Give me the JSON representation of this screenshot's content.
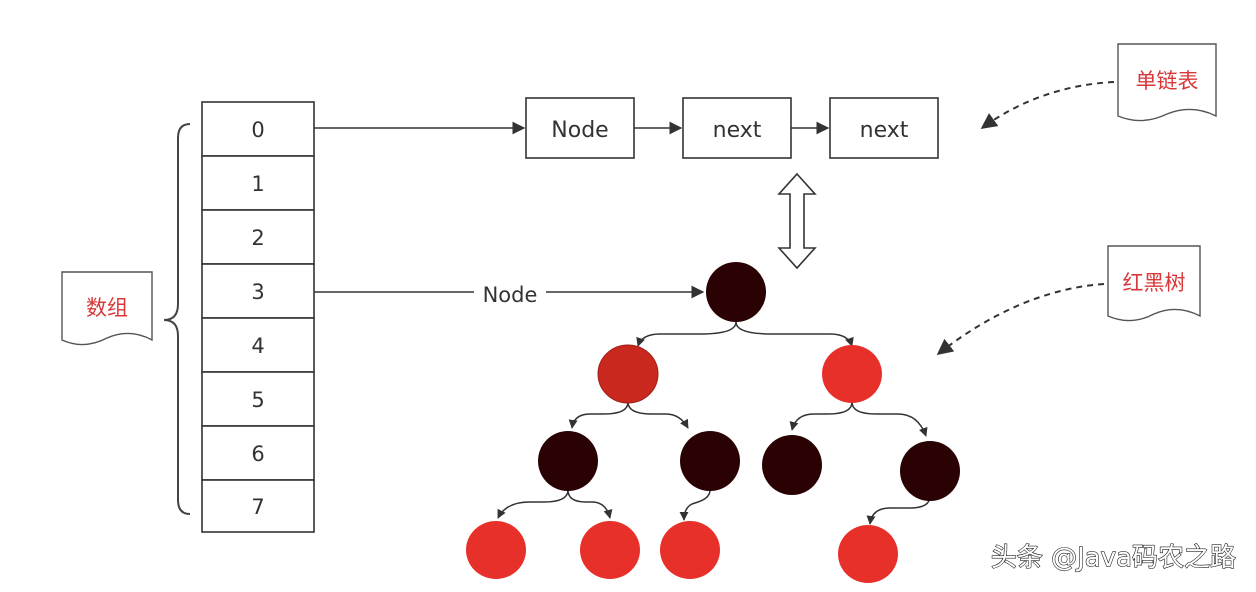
{
  "array": {
    "cells": [
      "0",
      "1",
      "2",
      "3",
      "4",
      "5",
      "6",
      "7"
    ]
  },
  "linked_list": {
    "nodes": [
      "Node",
      "next",
      "next"
    ]
  },
  "tree_link_label": "Node",
  "notes": {
    "linked_list": "单链表",
    "array": "数组",
    "red_black_tree": "红黑树"
  },
  "tree": {
    "nodes": [
      {
        "id": "root",
        "color": "black"
      },
      {
        "id": "l",
        "color": "red"
      },
      {
        "id": "r",
        "color": "red"
      },
      {
        "id": "ll",
        "color": "black"
      },
      {
        "id": "lr",
        "color": "black"
      },
      {
        "id": "rl",
        "color": "black"
      },
      {
        "id": "rr",
        "color": "black"
      },
      {
        "id": "lll",
        "color": "red"
      },
      {
        "id": "llr",
        "color": "red"
      },
      {
        "id": "lrl",
        "color": "red"
      },
      {
        "id": "rrl",
        "color": "red"
      }
    ]
  },
  "colors": {
    "black_node": "#2a0203",
    "red_node": "#e8302a",
    "dark_red_node": "#c8281e",
    "note_text": "#d9383a",
    "line": "#333333"
  },
  "watermark": "头条 @Java码农之路"
}
